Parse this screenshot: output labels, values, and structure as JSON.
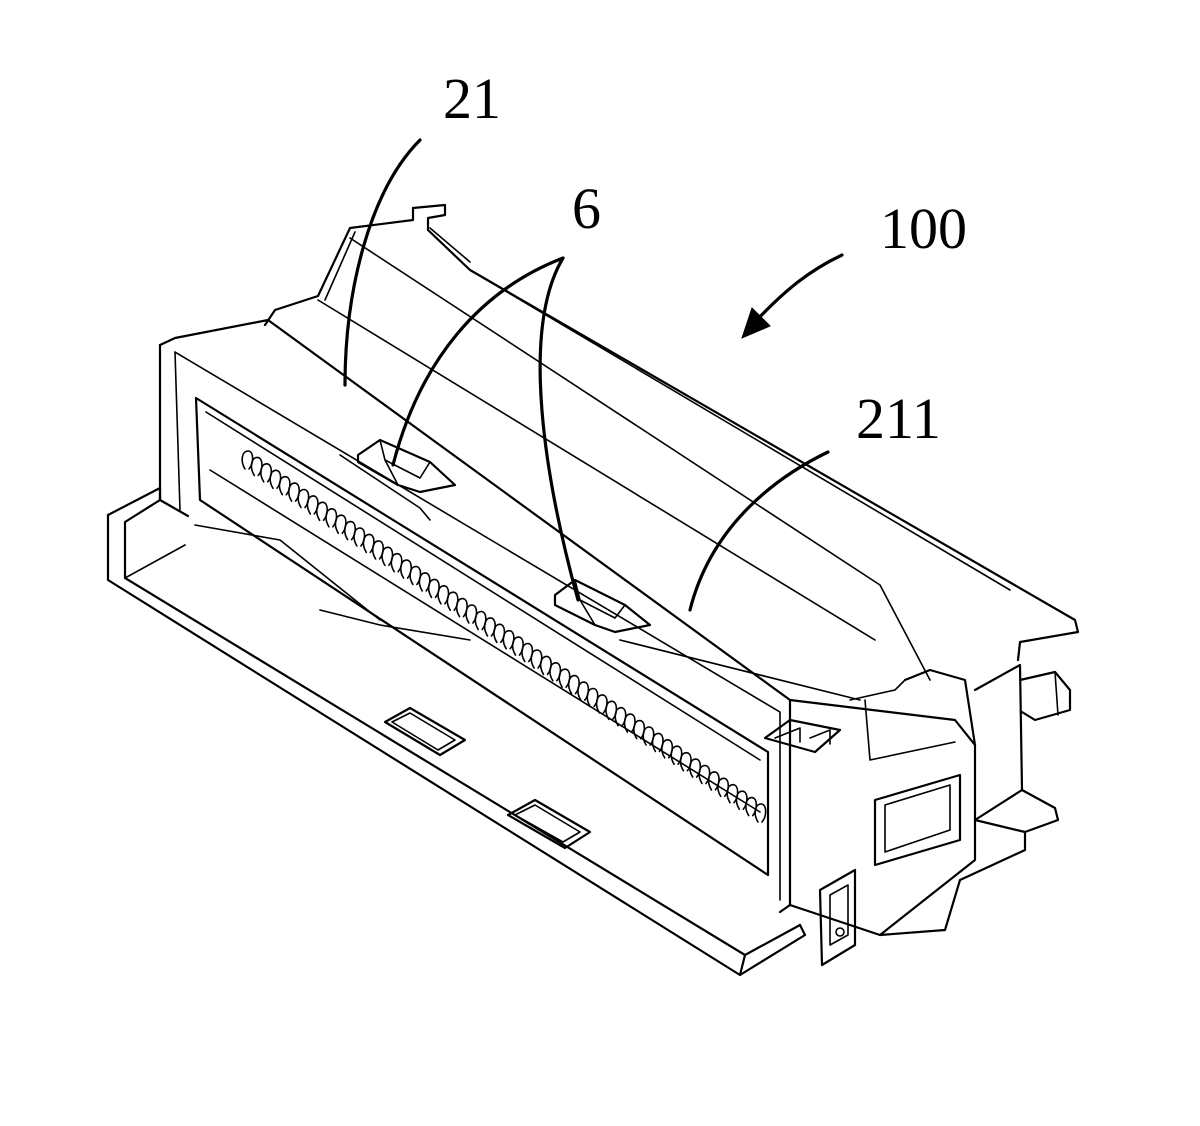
{
  "figure": {
    "labels": {
      "housing": "21",
      "latches": "6",
      "connector": "100",
      "top_wall": "211"
    },
    "colors": {
      "line": "#000000",
      "background": "#ffffff"
    },
    "terminal_count": 56
  }
}
